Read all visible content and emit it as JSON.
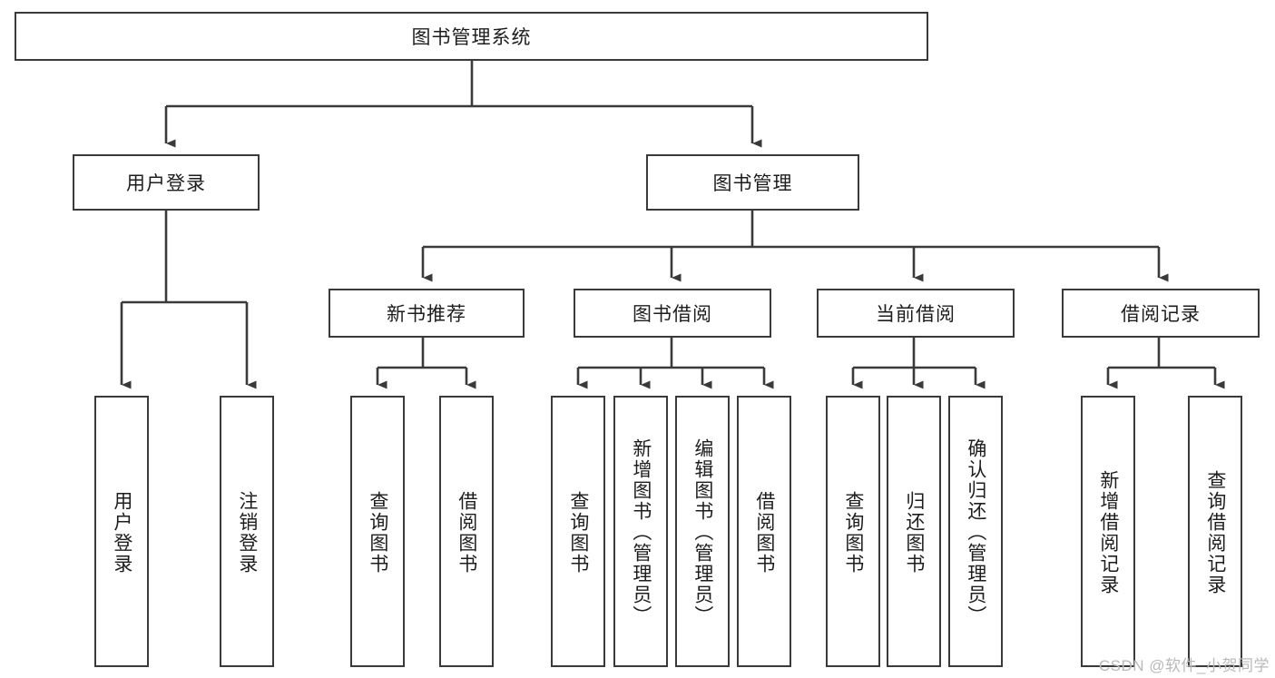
{
  "diagram": {
    "title": "图书管理系统",
    "type": "hierarchy-tree",
    "root": {
      "label": "图书管理系统"
    },
    "level2": [
      {
        "label": "用户登录"
      },
      {
        "label": "图书管理"
      }
    ],
    "level3": [
      {
        "label": "新书推荐"
      },
      {
        "label": "图书借阅"
      },
      {
        "label": "当前借阅"
      },
      {
        "label": "借阅记录"
      }
    ],
    "leaves": {
      "user_login": [
        {
          "label": "用户登录"
        },
        {
          "label": "注销登录"
        }
      ],
      "new_book_recommend": [
        {
          "label": "查询图书"
        },
        {
          "label": "借阅图书"
        }
      ],
      "book_borrow": [
        {
          "label": "查询图书"
        },
        {
          "label": "新增图书（管理员）"
        },
        {
          "label": "编辑图书（管理员）"
        },
        {
          "label": "借阅图书"
        }
      ],
      "current_borrow": [
        {
          "label": "查询图书"
        },
        {
          "label": "归还图书"
        },
        {
          "label": "确认归还（管理员）"
        }
      ],
      "borrow_record": [
        {
          "label": "新增借阅记录"
        },
        {
          "label": "查询借阅记录"
        }
      ]
    }
  },
  "watermark": {
    "text": "CSDN @软件_小贺同学"
  },
  "colors": {
    "box_border": "#3a3a3a",
    "box_fill": "#ffffff",
    "connector": "#3a3a3a",
    "text": "#1d1d1d",
    "watermark": "#b9b9b9"
  }
}
